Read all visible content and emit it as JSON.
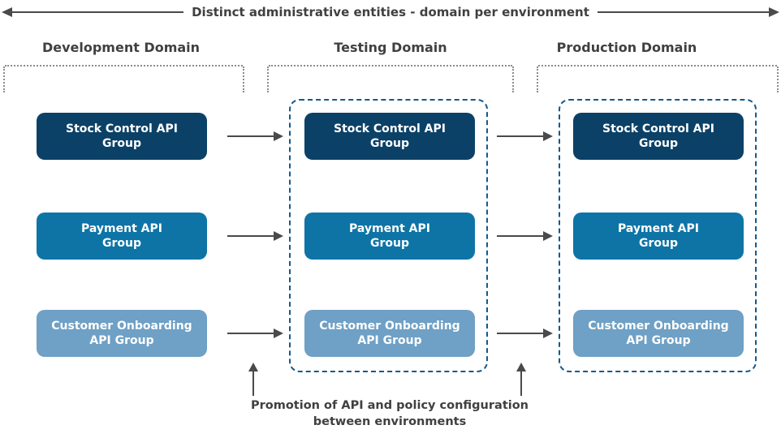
{
  "diagram": {
    "top_banner": {
      "label": "Distinct administrative entities - domain per environment"
    },
    "domains": [
      {
        "title": "Development Domain",
        "groups": [
          {
            "label": "Stock Control API Group",
            "lines": [
              "Stock Control API",
              "Group"
            ]
          },
          {
            "label": "Payment API Group",
            "lines": [
              "Payment API",
              "Group"
            ]
          },
          {
            "label": "Customer Onboarding API Group",
            "lines": [
              "Customer Onboarding",
              "API Group"
            ]
          }
        ]
      },
      {
        "title": "Testing Domain",
        "groups": [
          {
            "label": "Stock Control API Group",
            "lines": [
              "Stock Control API",
              "Group"
            ]
          },
          {
            "label": "Payment API Group",
            "lines": [
              "Payment API",
              "Group"
            ]
          },
          {
            "label": "Customer Onboarding API Group",
            "lines": [
              "Customer Onboarding",
              "API Group"
            ]
          }
        ]
      },
      {
        "title": "Production Domain",
        "groups": [
          {
            "label": "Stock Control API Group",
            "lines": [
              "Stock Control API",
              "Group"
            ]
          },
          {
            "label": "Payment API Group",
            "lines": [
              "Payment API",
              "Group"
            ]
          },
          {
            "label": "Customer Onboarding API Group",
            "lines": [
              "Customer Onboarding",
              "API Group"
            ]
          }
        ]
      }
    ],
    "caption": {
      "line1": "Promotion of API and policy configuration",
      "line2": "between environments"
    },
    "colors": {
      "box_dark": "#0C4167",
      "box_medium": "#0E74A6",
      "box_light": "#6FA0C5",
      "domain_border": "#14598C",
      "bracket": "#8C8C8C",
      "arrow": "#4A4A4A",
      "text_dark": "#404040",
      "box_text": "#FFFFFF"
    }
  }
}
